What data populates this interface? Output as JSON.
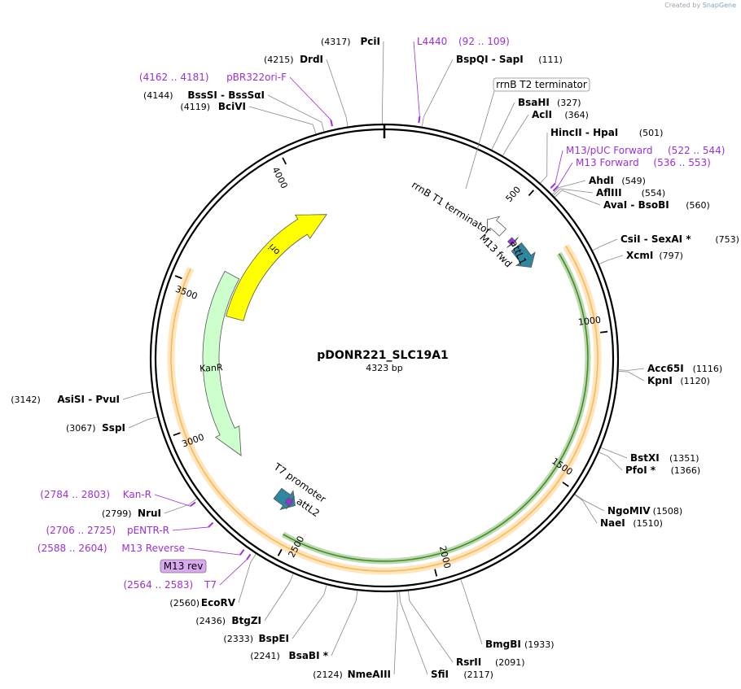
{
  "app": {
    "credit_prefix": "Created by",
    "credit_brand": "SnapGene"
  },
  "plasmid": {
    "name": "pDONR221_SLC19A1",
    "size_label": "4323 bp",
    "length": 4323
  },
  "colors": {
    "backbone": "#000000",
    "primer": "#9b2fd9",
    "ori": "#ffff00",
    "kanr": "#ccffcc",
    "orf_orange": "#ffb84d",
    "orf_green": "#3f8f1f",
    "attl": "#2e86a0",
    "terminator": "#ffffff",
    "m13_rev_box": "#d9a8f0"
  },
  "ticks": [
    {
      "pos": 500,
      "label": "500"
    },
    {
      "pos": 1000,
      "label": "1000"
    },
    {
      "pos": 1500,
      "label": "1500"
    },
    {
      "pos": 2000,
      "label": "2000"
    },
    {
      "pos": 2500,
      "label": "2500"
    },
    {
      "pos": 3000,
      "label": "3000"
    },
    {
      "pos": 3500,
      "label": "3500"
    },
    {
      "pos": 4000,
      "label": "4000"
    }
  ],
  "sites": [
    {
      "pos": 4317,
      "name": "PciI",
      "posText": "(4317)"
    },
    {
      "pos": 4215,
      "name": "DrdI",
      "posText": "(4215)"
    },
    {
      "pos": 4144,
      "name": "BssSI - BssSαI",
      "posText": "(4144)"
    },
    {
      "pos": 4119,
      "name": "BciVI",
      "posText": "(4119)"
    },
    {
      "pos": 111,
      "name": "BspQI - SapI",
      "posText": "(111)"
    },
    {
      "pos": 327,
      "name": "BsaHI",
      "posText": "(327)"
    },
    {
      "pos": 364,
      "name": "AclI",
      "posText": "(364)"
    },
    {
      "pos": 501,
      "name": "HincII - HpaI",
      "posText": "(501)"
    },
    {
      "pos": 549,
      "name": "AhdI",
      "posText": "(549)"
    },
    {
      "pos": 554,
      "name": "AflIII",
      "posText": "(554)"
    },
    {
      "pos": 560,
      "name": "AvaI - BsoBI",
      "posText": "(560)"
    },
    {
      "pos": 753,
      "name": "CsiI - SexAI *",
      "posText": "(753)"
    },
    {
      "pos": 797,
      "name": "XcmI",
      "posText": "(797)"
    },
    {
      "pos": 1116,
      "name": "Acc65I",
      "posText": "(1116)"
    },
    {
      "pos": 1120,
      "name": "KpnI",
      "posText": "(1120)"
    },
    {
      "pos": 1351,
      "name": "BstXI",
      "posText": "(1351)"
    },
    {
      "pos": 1366,
      "name": "PfoI *",
      "posText": "(1366)"
    },
    {
      "pos": 1508,
      "name": "NgoMIV",
      "posText": "(1508)"
    },
    {
      "pos": 1510,
      "name": "NaeI",
      "posText": "(1510)"
    },
    {
      "pos": 1933,
      "name": "BmgBI",
      "posText": "(1933)"
    },
    {
      "pos": 2091,
      "name": "RsrII",
      "posText": "(2091)"
    },
    {
      "pos": 2117,
      "name": "SfiI",
      "posText": "(2117)"
    },
    {
      "pos": 2124,
      "name": "NmeAIII",
      "posText": "(2124)"
    },
    {
      "pos": 2241,
      "name": "BsaBI *",
      "posText": "(2241)"
    },
    {
      "pos": 2333,
      "name": "BspEI",
      "posText": "(2333)"
    },
    {
      "pos": 2436,
      "name": "BtgZI",
      "posText": "(2436)"
    },
    {
      "pos": 2560,
      "name": "EcoRV",
      "posText": "(2560)"
    },
    {
      "pos": 2799,
      "name": "NruI",
      "posText": "(2799)"
    },
    {
      "pos": 3067,
      "name": "SspI",
      "posText": "(3067)"
    },
    {
      "pos": 3142,
      "name": "AsiSI - PvuI",
      "posText": "(3142)"
    }
  ],
  "primers": [
    {
      "pos": 100,
      "name": "L4440",
      "posText": "(92 .. 109)"
    },
    {
      "pos": 4171,
      "name": "pBR322ori-F",
      "posText": "(4162 .. 4181)"
    },
    {
      "pos": 533,
      "name": "M13/pUC Forward",
      "posText": "(522 .. 544)"
    },
    {
      "pos": 544,
      "name": "M13 Forward",
      "posText": "(536 .. 553)"
    },
    {
      "pos": 2793,
      "name": "Kan-R",
      "posText": "(2784 .. 2803)"
    },
    {
      "pos": 2715,
      "name": "pENTR-R",
      "posText": "(2706 .. 2725)"
    },
    {
      "pos": 2596,
      "name": "M13 Reverse",
      "posText": "(2588 .. 2604)"
    },
    {
      "pos": 2573,
      "name": "T7",
      "posText": "(2564 .. 2583)"
    }
  ],
  "boxed_labels": [
    {
      "name": "rrnB T2 terminator",
      "pos": 368
    },
    {
      "name": "M13 rev",
      "pos": 2585
    }
  ],
  "features": [
    {
      "name": "ori",
      "start": 3420,
      "end": 4060,
      "dir": 1
    },
    {
      "name": "KanR",
      "start": 2830,
      "end": 3585,
      "dir": -1
    },
    {
      "name": "rrnB T1 terminator",
      "start": 440,
      "end": 520,
      "dir": -1
    },
    {
      "name": "attL1",
      "start": 600,
      "end": 700,
      "dir": 1
    },
    {
      "name": "M13 fwd",
      "start": 560,
      "end": 582,
      "dir": 1
    },
    {
      "name": "attL2",
      "start": 2535,
      "end": 2620,
      "dir": -1
    },
    {
      "name": "T7 promoter",
      "start": 2552,
      "end": 2575,
      "dir": -1
    }
  ],
  "inner_labels": [
    {
      "text": "rrnB T1 terminator"
    },
    {
      "text": "M13 fwd"
    },
    {
      "text": "attL1"
    },
    {
      "text": "T7 promoter"
    },
    {
      "text": "attL2"
    }
  ],
  "orf_arcs": [
    {
      "name": "insert-orange",
      "start": 700,
      "end": 3540
    },
    {
      "name": "insert-green",
      "start": 710,
      "end": 2520
    }
  ]
}
